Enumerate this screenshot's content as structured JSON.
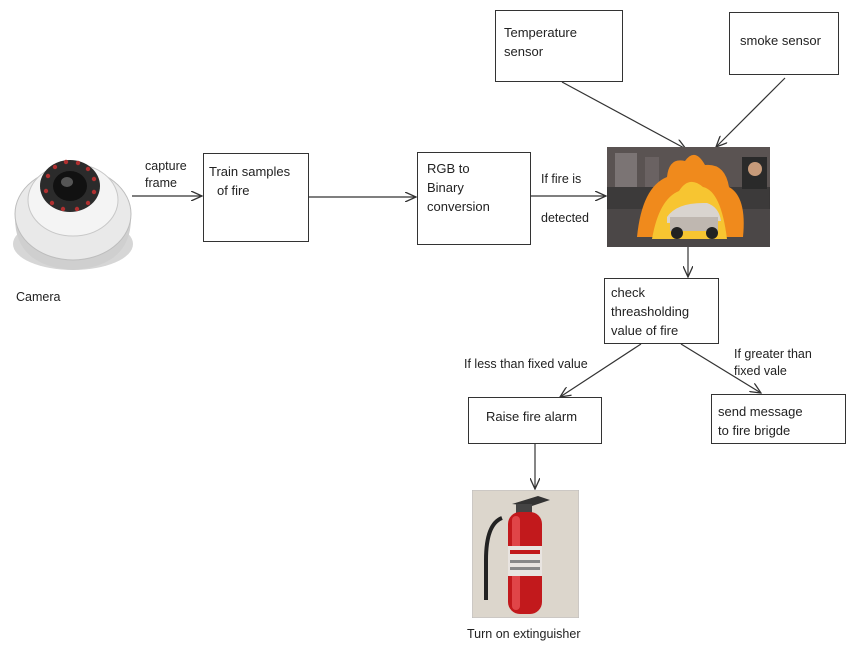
{
  "camera": {
    "label": "Camera"
  },
  "edges": {
    "capture_frame": [
      "capture",
      "frame"
    ],
    "if_fire_is": "If fire is",
    "detected": "detected",
    "if_less": "If less than fixed value",
    "if_greater": [
      "If greater than",
      "fixed vale"
    ]
  },
  "nodes": {
    "train_samples": [
      "Train samples",
      "of fire"
    ],
    "rgb_binary": [
      "RGB to",
      "Binary",
      "conversion"
    ],
    "temperature_sensor": [
      "Temperature",
      "sensor"
    ],
    "smoke_sensor": "smoke sensor",
    "check_threshold": [
      "check",
      "threasholding",
      "value of fire"
    ],
    "raise_alarm": "Raise  fire alarm",
    "send_message": [
      "send  message",
      "to fire brigde"
    ]
  },
  "extinguisher": {
    "label": "Turn on extinguisher"
  }
}
